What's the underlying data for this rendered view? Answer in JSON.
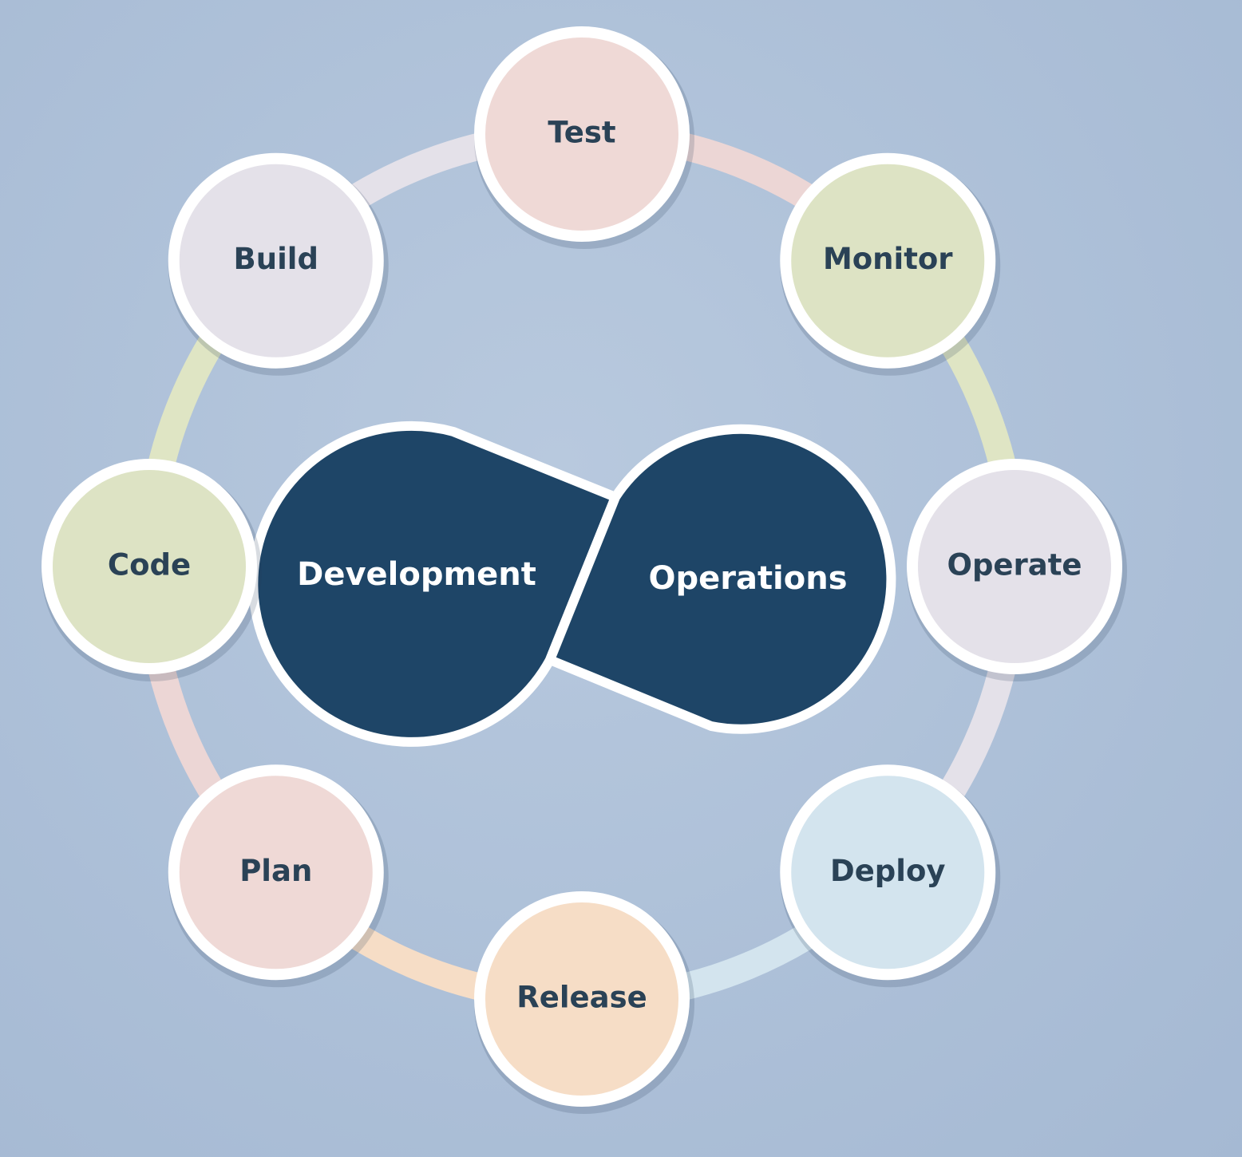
{
  "diagram": {
    "core": {
      "left_label": "Development",
      "right_label": "Operations",
      "fill_color": "#1e4567",
      "outline_color": "#ffffff"
    },
    "stages": [
      {
        "label": "Test",
        "fill": "#efd9d6"
      },
      {
        "label": "Monitor",
        "fill": "#dde3c4"
      },
      {
        "label": "Operate",
        "fill": "#e4e1e9"
      },
      {
        "label": "Deploy",
        "fill": "#d3e4ee"
      },
      {
        "label": "Release",
        "fill": "#f6ddc6"
      },
      {
        "label": "Plan",
        "fill": "#efd9d6"
      },
      {
        "label": "Code",
        "fill": "#dde3c4"
      },
      {
        "label": "Build",
        "fill": "#e4e1e9"
      }
    ],
    "ring_segment_colors": [
      "#ecd6d5",
      "#dfe5c4",
      "#e4e1e9",
      "#d3e4ee",
      "#f6ddc6",
      "#ecd6d5",
      "#dfe5c4",
      "#e4e1e9"
    ],
    "node_outline_color": "#ffffff",
    "label_color": "#2a4256"
  }
}
